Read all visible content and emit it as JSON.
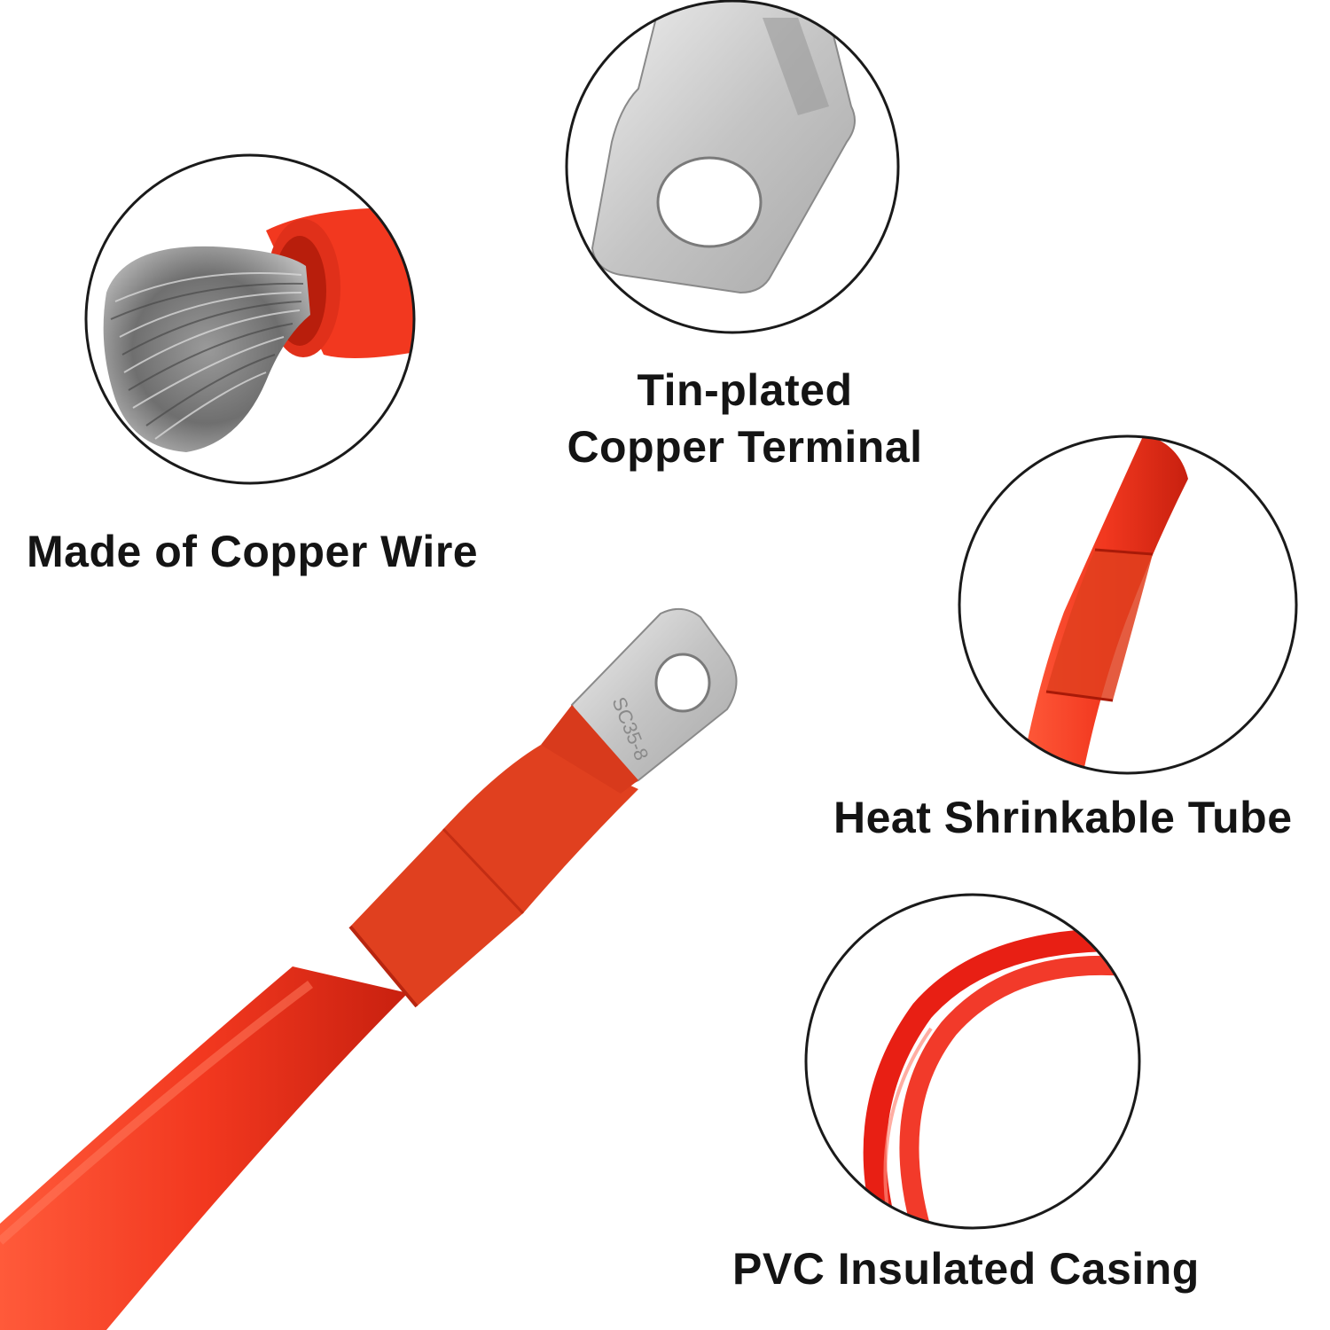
{
  "colors": {
    "background": "#ffffff",
    "cable_red": "#f2381f",
    "cable_dark": "#c8200f",
    "heat_shrink": "#e0401f",
    "tin_metal": "#c9c9c9",
    "circle_border": "#1a1a1a",
    "caption_text": "#141414"
  },
  "callouts": {
    "copper_wire": {
      "caption": "Made of Copper Wire",
      "icon": "stranded-wire-closeup"
    },
    "terminal": {
      "caption_line1": "Tin-plated",
      "caption_line2": "Copper Terminal",
      "icon": "ring-terminal-closeup"
    },
    "heat_shrink": {
      "caption": "Heat Shrinkable Tube",
      "icon": "heat-shrink-closeup"
    },
    "pvc": {
      "caption": "PVC Insulated Casing",
      "icon": "pvc-cable-closeup"
    }
  },
  "main_cable": {
    "lug_stamp": "SC35-8",
    "icon": "battery-cable-with-lug"
  }
}
